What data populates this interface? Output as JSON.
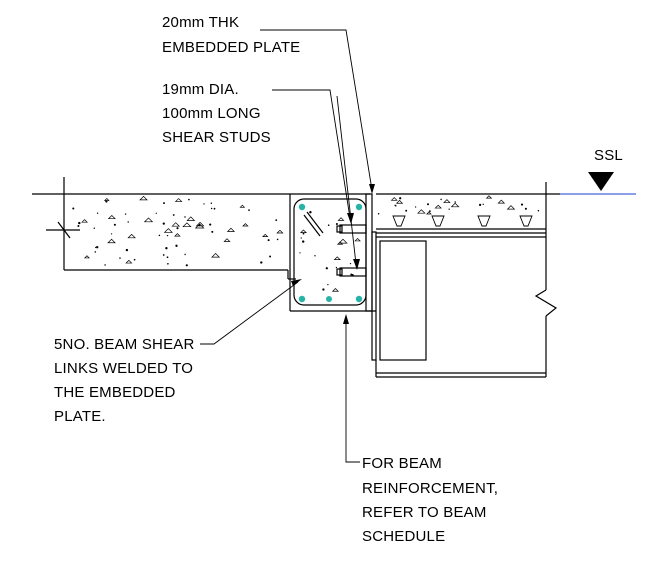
{
  "labels": {
    "plate_line1": "20mm THK",
    "plate_line2": "EMBEDDED PLATE",
    "studs_line1": "19mm DIA.",
    "studs_line2": "100mm LONG",
    "studs_line3": "SHEAR STUDS",
    "ssl": "SSL",
    "links_line1": "5NO. BEAM SHEAR",
    "links_line2": "LINKS WELDED TO",
    "links_line3": "THE EMBEDDED",
    "links_line4": "PLATE.",
    "reinf_line1": "FOR BEAM",
    "reinf_line2": "REINFORCEMENT,",
    "reinf_line3": "REFER TO BEAM",
    "reinf_line4": "SCHEDULE"
  },
  "colors": {
    "line": "#000000",
    "rebar": "#27b3a8",
    "level_line": "#1a3fd6"
  },
  "symbols": {
    "level_marker": "inverted-triangle-icon",
    "break_line": "break-line-icon"
  }
}
